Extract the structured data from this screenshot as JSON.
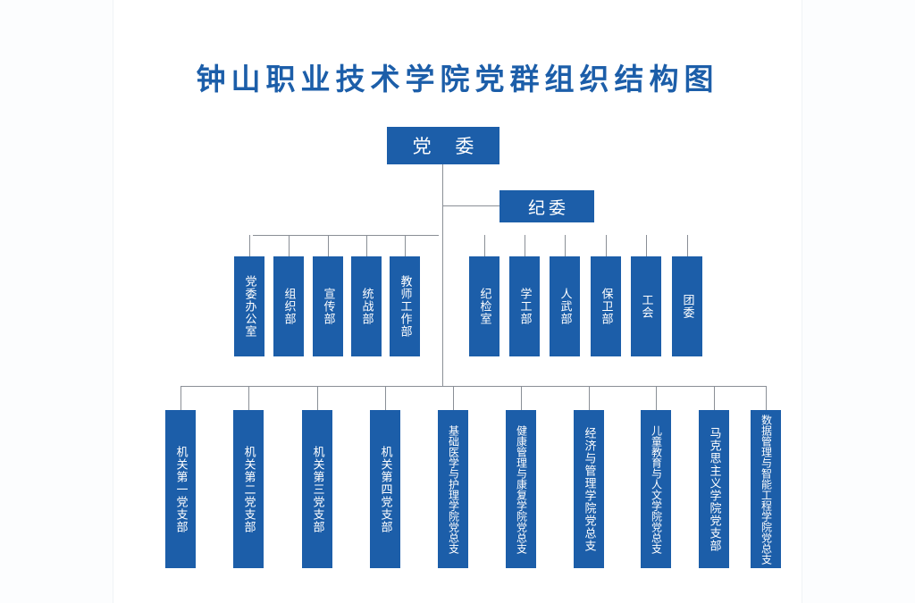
{
  "title": "钟山职业技术学院党群组织结构图",
  "root": {
    "label": "党 委"
  },
  "discipline": {
    "label": "纪委"
  },
  "tier2_left": [
    {
      "label": "党委办公室"
    },
    {
      "label": "组织部"
    },
    {
      "label": "宣传部"
    },
    {
      "label": "统战部"
    },
    {
      "label": "教师工作部"
    }
  ],
  "tier2_right": [
    {
      "label": "纪检室"
    },
    {
      "label": "学工部"
    },
    {
      "label": "人武部"
    },
    {
      "label": "保卫部"
    },
    {
      "label": "工会"
    },
    {
      "label": "团委"
    }
  ],
  "tier3": [
    {
      "label": "机关第一党支部"
    },
    {
      "label": "机关第二党支部"
    },
    {
      "label": "机关第三党支部"
    },
    {
      "label": "机关第四党支部"
    },
    {
      "label": "基础医学与护理学院党总支"
    },
    {
      "label": "健康管理与康复学院党总支"
    },
    {
      "label": "经济与管理学院党总支"
    },
    {
      "label": "儿童教育与人文学院党总支"
    },
    {
      "label": "马克思主义学院党支部"
    },
    {
      "label": "数据管理与智能工程学院党总支"
    }
  ],
  "colors": {
    "box": "#1c5ea9",
    "connector": "#8a8f96",
    "title": "#1c5ea9"
  }
}
